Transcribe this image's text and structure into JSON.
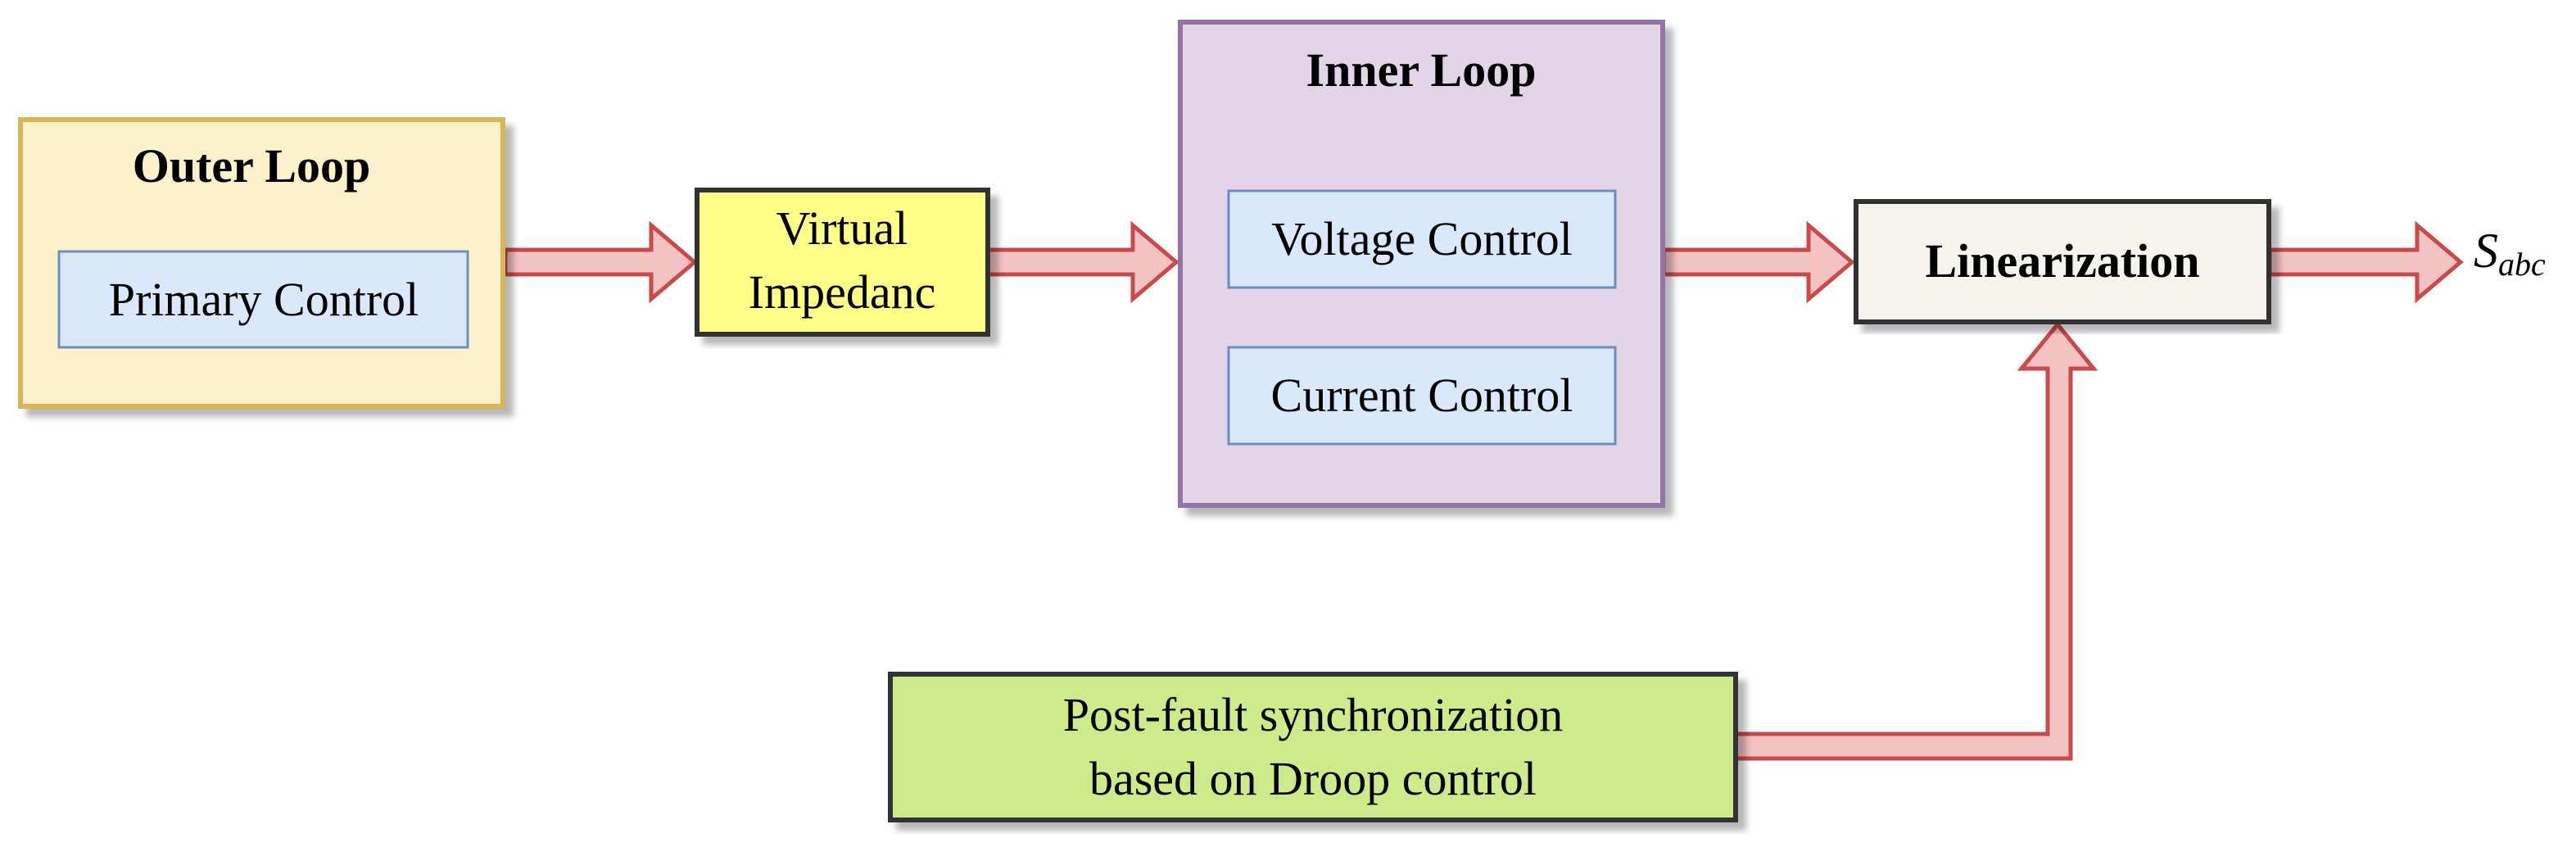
{
  "outer_loop": {
    "title": "Outer Loop",
    "inner_block": "Primary Control"
  },
  "virtual_impedance": {
    "line1": "Virtual",
    "line2": "Impedanc"
  },
  "inner_loop": {
    "title": "Inner Loop",
    "voltage_block": "Voltage Control",
    "current_block": "Current Control"
  },
  "linearization": {
    "label": "Linearization"
  },
  "output": {
    "symbol": "S",
    "subscript": "abc"
  },
  "post_fault": {
    "line1": "Post-fault synchronization",
    "line2": "based on Droop control"
  },
  "colors": {
    "outer_fill": "#fdf1cc",
    "outer_border": "#d6b656",
    "blue_fill": "#dae8fc",
    "blue_border": "#6c8ebf",
    "virtual_fill": "#ffff88",
    "inner_fill": "#e1d5e7",
    "inner_border": "#9673a6",
    "linear_fill": "#f5f3ee",
    "green_fill": "#cdeb8b",
    "arrow_fill": "#f5c2c2",
    "arrow_border": "#c94a4a"
  }
}
